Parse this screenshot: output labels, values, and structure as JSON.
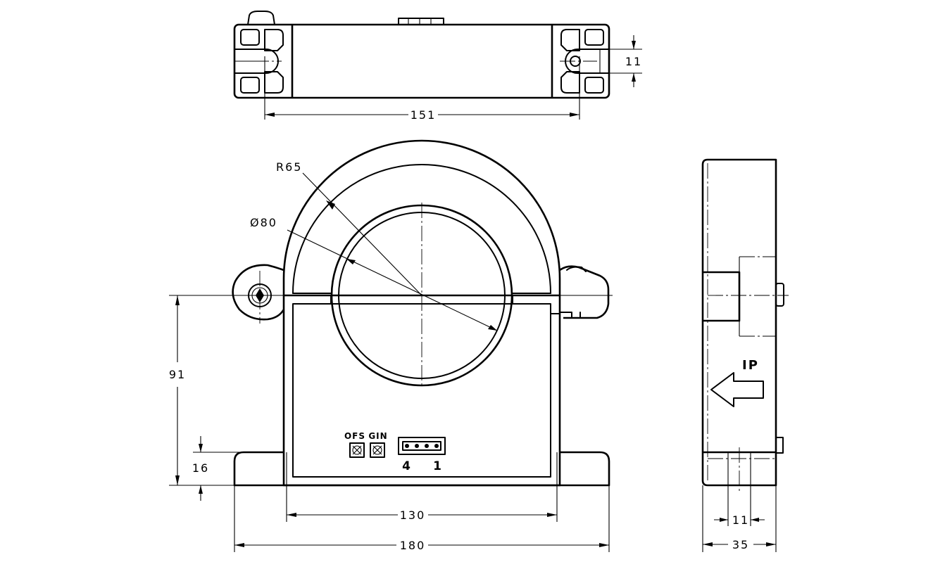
{
  "dimensions": {
    "top_width": "151",
    "top_slot": "11",
    "outer_radius": "R65",
    "inner_diameter": "Ø80",
    "height": "91",
    "base_height": "16",
    "body_width": "130",
    "overall_width": "180",
    "side_slot": "11",
    "side_depth": "35"
  },
  "labels": {
    "offset_trim": "OFS",
    "gain_trim": "GIN",
    "pin_left": "4",
    "pin_right": "1",
    "current_direction": "IP"
  }
}
